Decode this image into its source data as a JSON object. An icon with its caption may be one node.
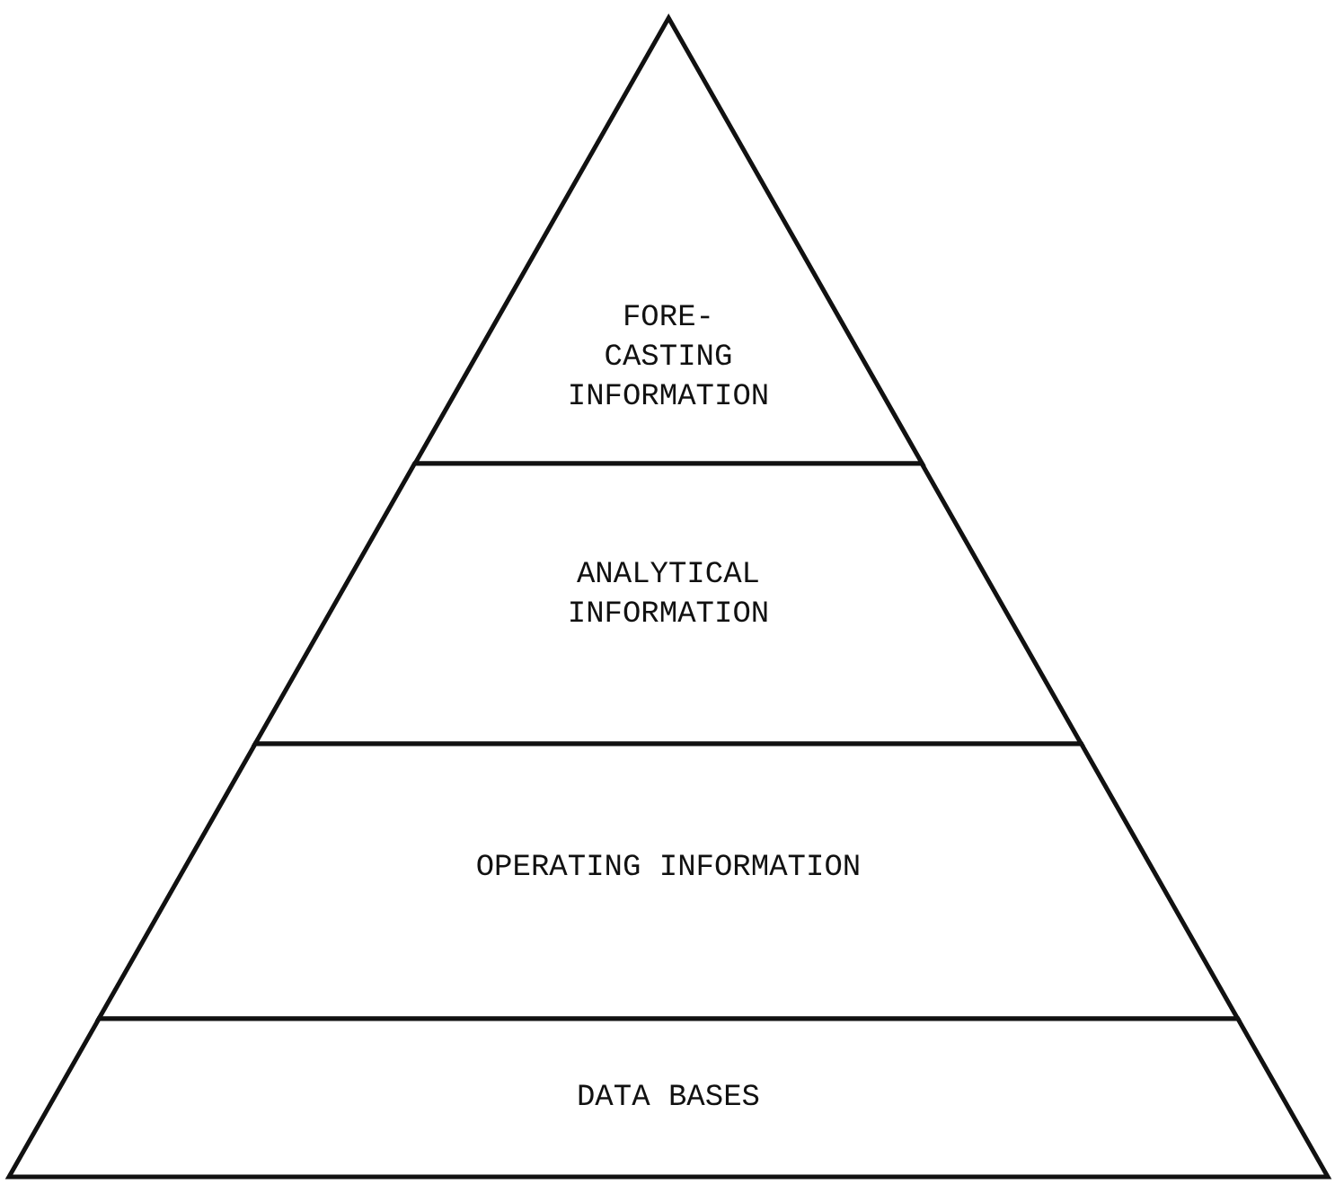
{
  "diagram": {
    "nodes": [
      {
        "text": [
          "FORE- CASTING INFORMATION"
        ]
      },
      {
        "text": [
          "ANALYTICAL INFORMATION"
        ]
      },
      {
        "text": [
          "OPERATING INFORMATION"
        ]
      },
      {
        "text": [
          "DATA BASES"
        ]
      }
    ],
    "edges": []
  }
}
